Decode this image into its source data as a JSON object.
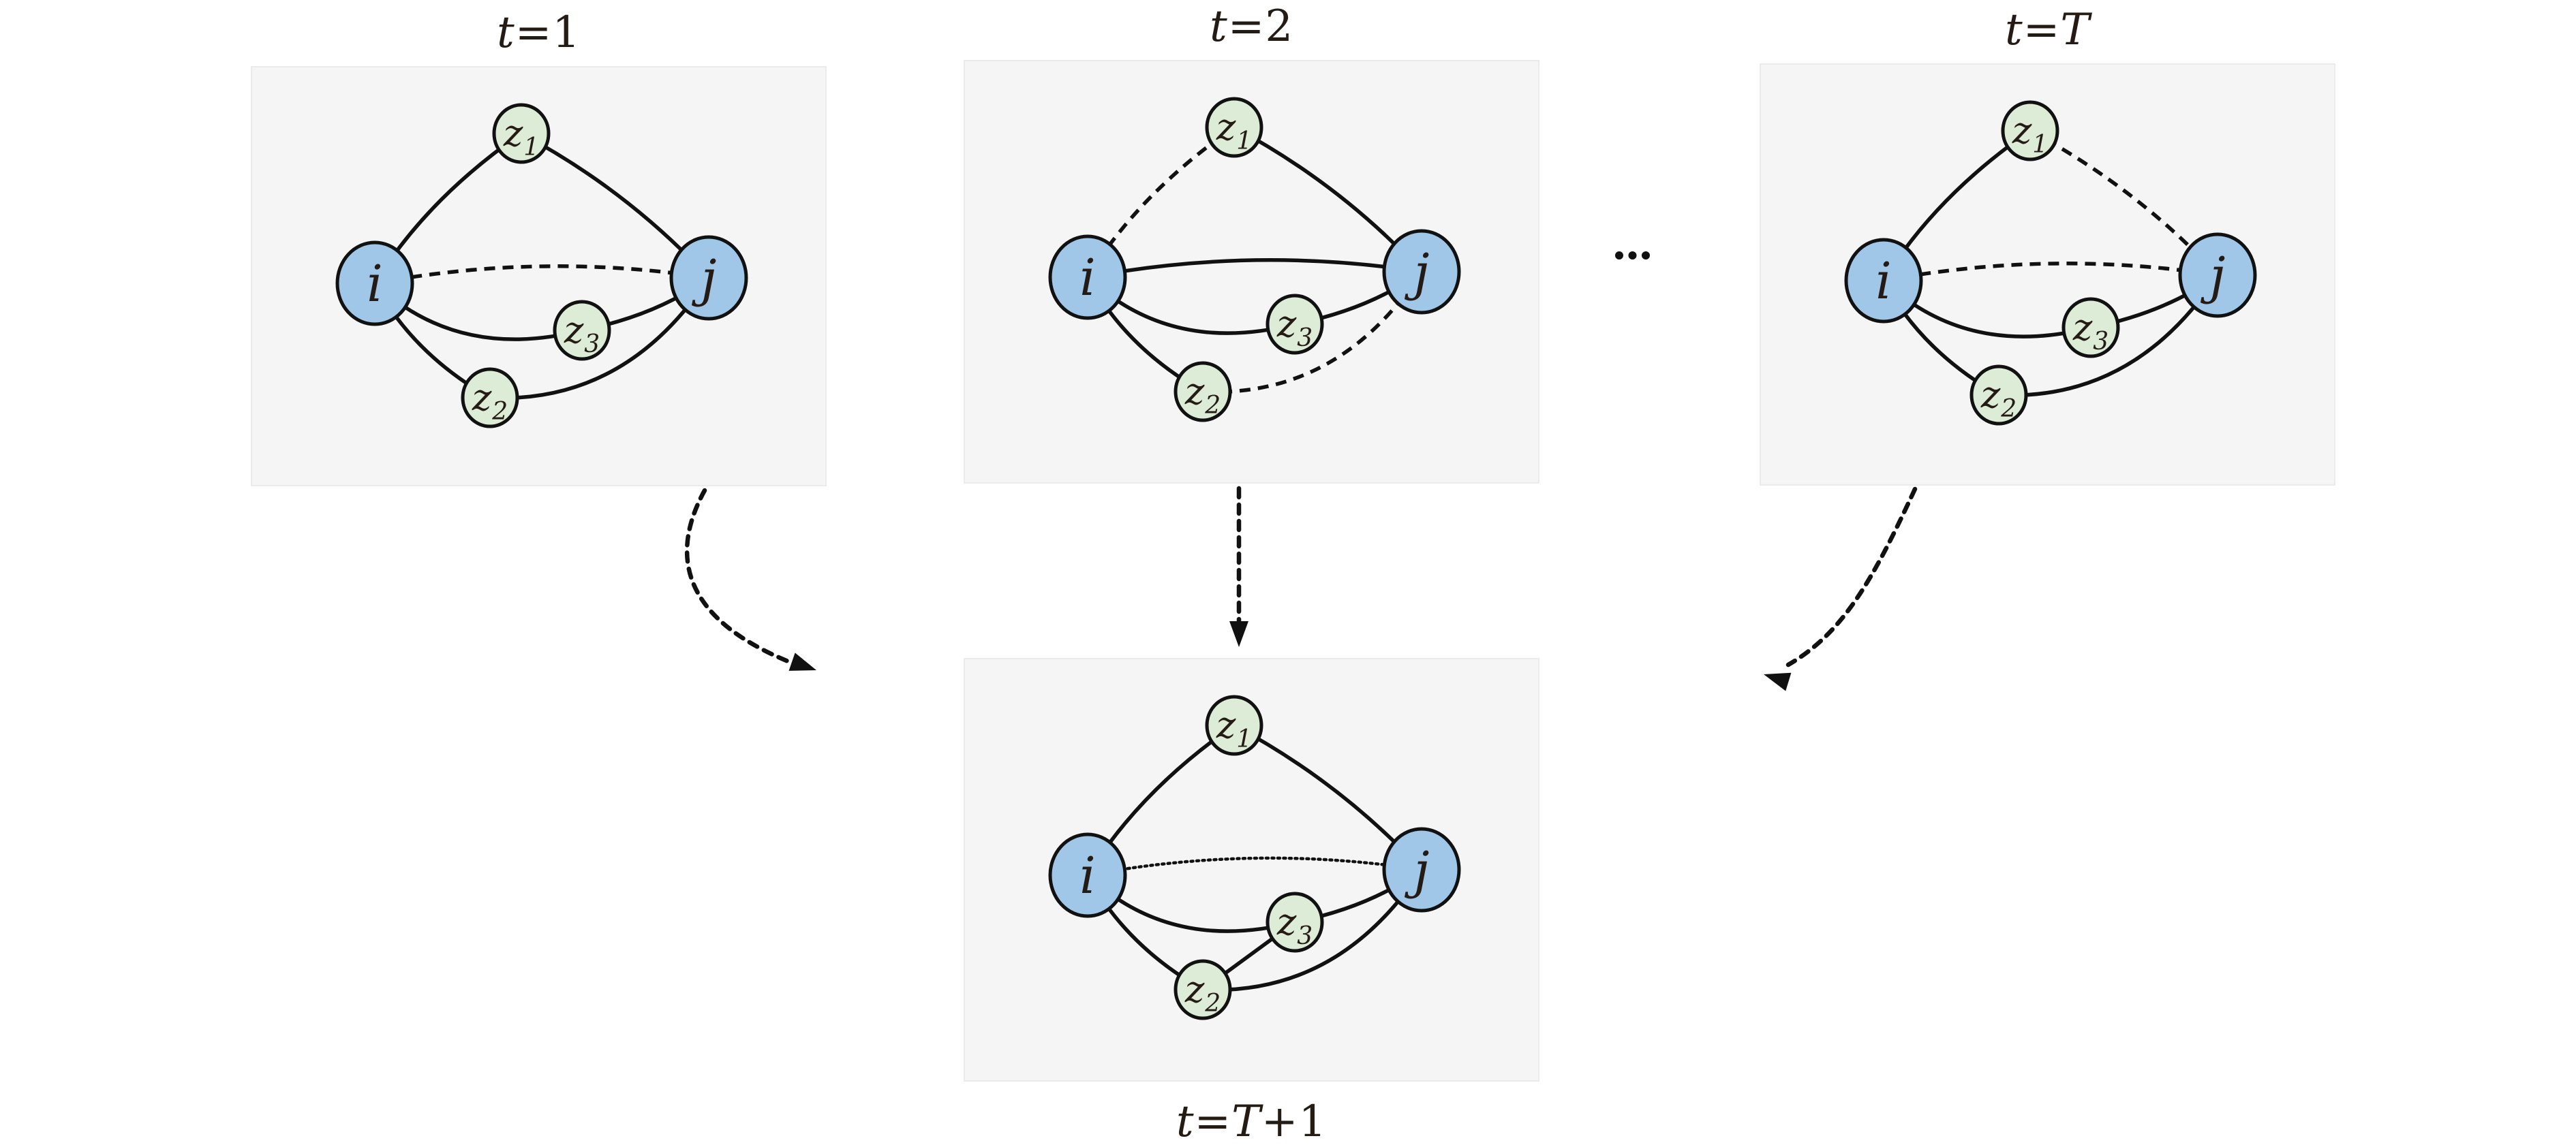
{
  "colors": {
    "entity_node_fill": "#a0c6e8",
    "latent_node_fill": "#ddecd6",
    "node_stroke": "#111111",
    "edge_stroke": "#111111",
    "panel_background": "#f5f5f5",
    "panel_border": "#ebebeb",
    "text": "#241b15",
    "arrow": "#111111"
  },
  "nodes": [
    {
      "id": "i",
      "label": "i",
      "sub": "",
      "kind": "entity"
    },
    {
      "id": "j",
      "label": "j",
      "sub": "",
      "kind": "entity"
    },
    {
      "id": "z1",
      "label": "z",
      "sub": "1",
      "kind": "latent"
    },
    {
      "id": "z2",
      "label": "z",
      "sub": "2",
      "kind": "latent"
    },
    {
      "id": "z3",
      "label": "z",
      "sub": "3",
      "kind": "latent"
    }
  ],
  "panels": [
    {
      "id": "t1",
      "title_parts": [
        {
          "text": "t",
          "italic": true
        },
        {
          "text": "=1",
          "italic": false
        }
      ],
      "edges": [
        {
          "from": "i",
          "to": "z1",
          "style": "solid"
        },
        {
          "from": "z1",
          "to": "j",
          "style": "solid"
        },
        {
          "from": "i",
          "to": "j",
          "style": "dashed"
        },
        {
          "from": "i",
          "to": "z3",
          "style": "solid"
        },
        {
          "from": "z3",
          "to": "j",
          "style": "solid"
        },
        {
          "from": "i",
          "to": "z2",
          "style": "solid"
        },
        {
          "from": "z2",
          "to": "j",
          "style": "solid"
        }
      ]
    },
    {
      "id": "t2",
      "title_parts": [
        {
          "text": "t",
          "italic": true
        },
        {
          "text": "=2",
          "italic": false
        }
      ],
      "edges": [
        {
          "from": "i",
          "to": "z1",
          "style": "dashed"
        },
        {
          "from": "z1",
          "to": "j",
          "style": "solid"
        },
        {
          "from": "i",
          "to": "j",
          "style": "solid"
        },
        {
          "from": "i",
          "to": "z3",
          "style": "solid"
        },
        {
          "from": "z3",
          "to": "j",
          "style": "solid"
        },
        {
          "from": "i",
          "to": "z2",
          "style": "solid"
        },
        {
          "from": "z2",
          "to": "j",
          "style": "dashed"
        }
      ]
    },
    {
      "id": "tT",
      "title_parts": [
        {
          "text": "t",
          "italic": true
        },
        {
          "text": "=",
          "italic": false
        },
        {
          "text": "T",
          "italic": true
        }
      ],
      "edges": [
        {
          "from": "i",
          "to": "z1",
          "style": "solid"
        },
        {
          "from": "z1",
          "to": "j",
          "style": "dashed"
        },
        {
          "from": "i",
          "to": "j",
          "style": "dashed"
        },
        {
          "from": "i",
          "to": "z3",
          "style": "solid"
        },
        {
          "from": "z3",
          "to": "j",
          "style": "solid"
        },
        {
          "from": "i",
          "to": "z2",
          "style": "solid"
        },
        {
          "from": "z2",
          "to": "j",
          "style": "solid"
        }
      ]
    },
    {
      "id": "tT1",
      "title_parts": [
        {
          "text": "t",
          "italic": true
        },
        {
          "text": "=",
          "italic": false
        },
        {
          "text": "T",
          "italic": true
        },
        {
          "text": "+1",
          "italic": false
        }
      ],
      "edges": [
        {
          "from": "i",
          "to": "z1",
          "style": "solid"
        },
        {
          "from": "z1",
          "to": "j",
          "style": "solid"
        },
        {
          "from": "i",
          "to": "j",
          "style": "dotted"
        },
        {
          "from": "i",
          "to": "z3",
          "style": "solid"
        },
        {
          "from": "z3",
          "to": "j",
          "style": "solid"
        },
        {
          "from": "i",
          "to": "z2",
          "style": "solid"
        },
        {
          "from": "z2",
          "to": "j",
          "style": "solid"
        },
        {
          "from": "z2",
          "to": "z3",
          "style": "solid"
        }
      ]
    }
  ],
  "ellipsis": {
    "label": "..."
  },
  "arrows": [
    {
      "id": "arrow-t1-tT1",
      "from": "t1",
      "to": "tT1",
      "style": "dashed"
    },
    {
      "id": "arrow-t2-tT1",
      "from": "t2",
      "to": "tT1",
      "style": "dashed"
    },
    {
      "id": "arrow-tT-tT1",
      "from": "tT",
      "to": "tT1",
      "style": "dashed"
    }
  ]
}
